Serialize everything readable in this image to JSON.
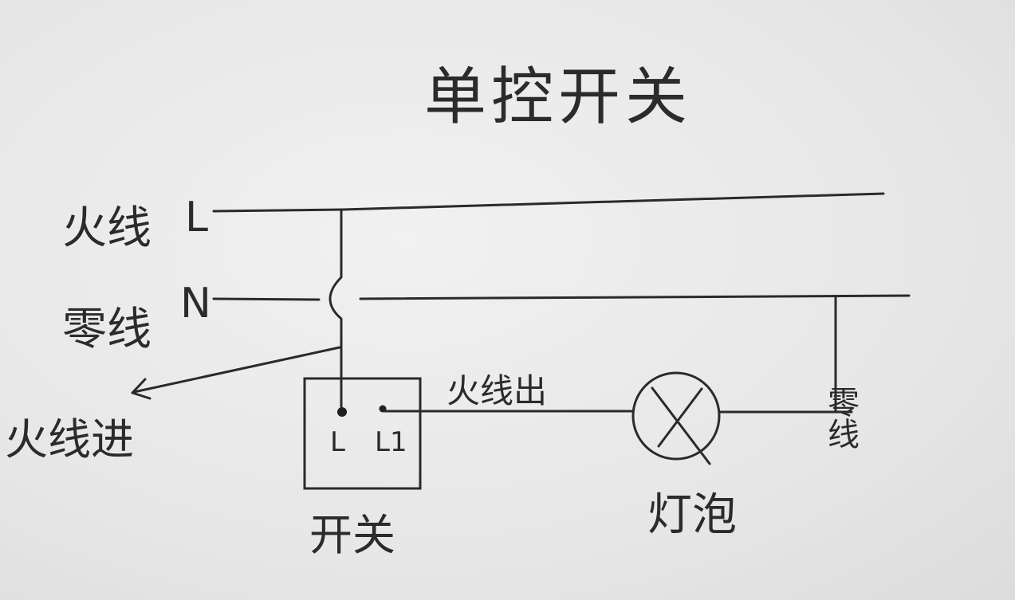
{
  "diagram": {
    "title": "单控开关",
    "live_label": "火线",
    "live_letter": "L",
    "neutral_label": "零线",
    "neutral_letter": "N",
    "live_in_label": "火线进",
    "switch_terminal_in": "L",
    "switch_terminal_out": "L1",
    "live_out_label": "火线出",
    "switch_label": "开关",
    "bulb_label": "灯泡",
    "right_neutral_label": "零线"
  }
}
